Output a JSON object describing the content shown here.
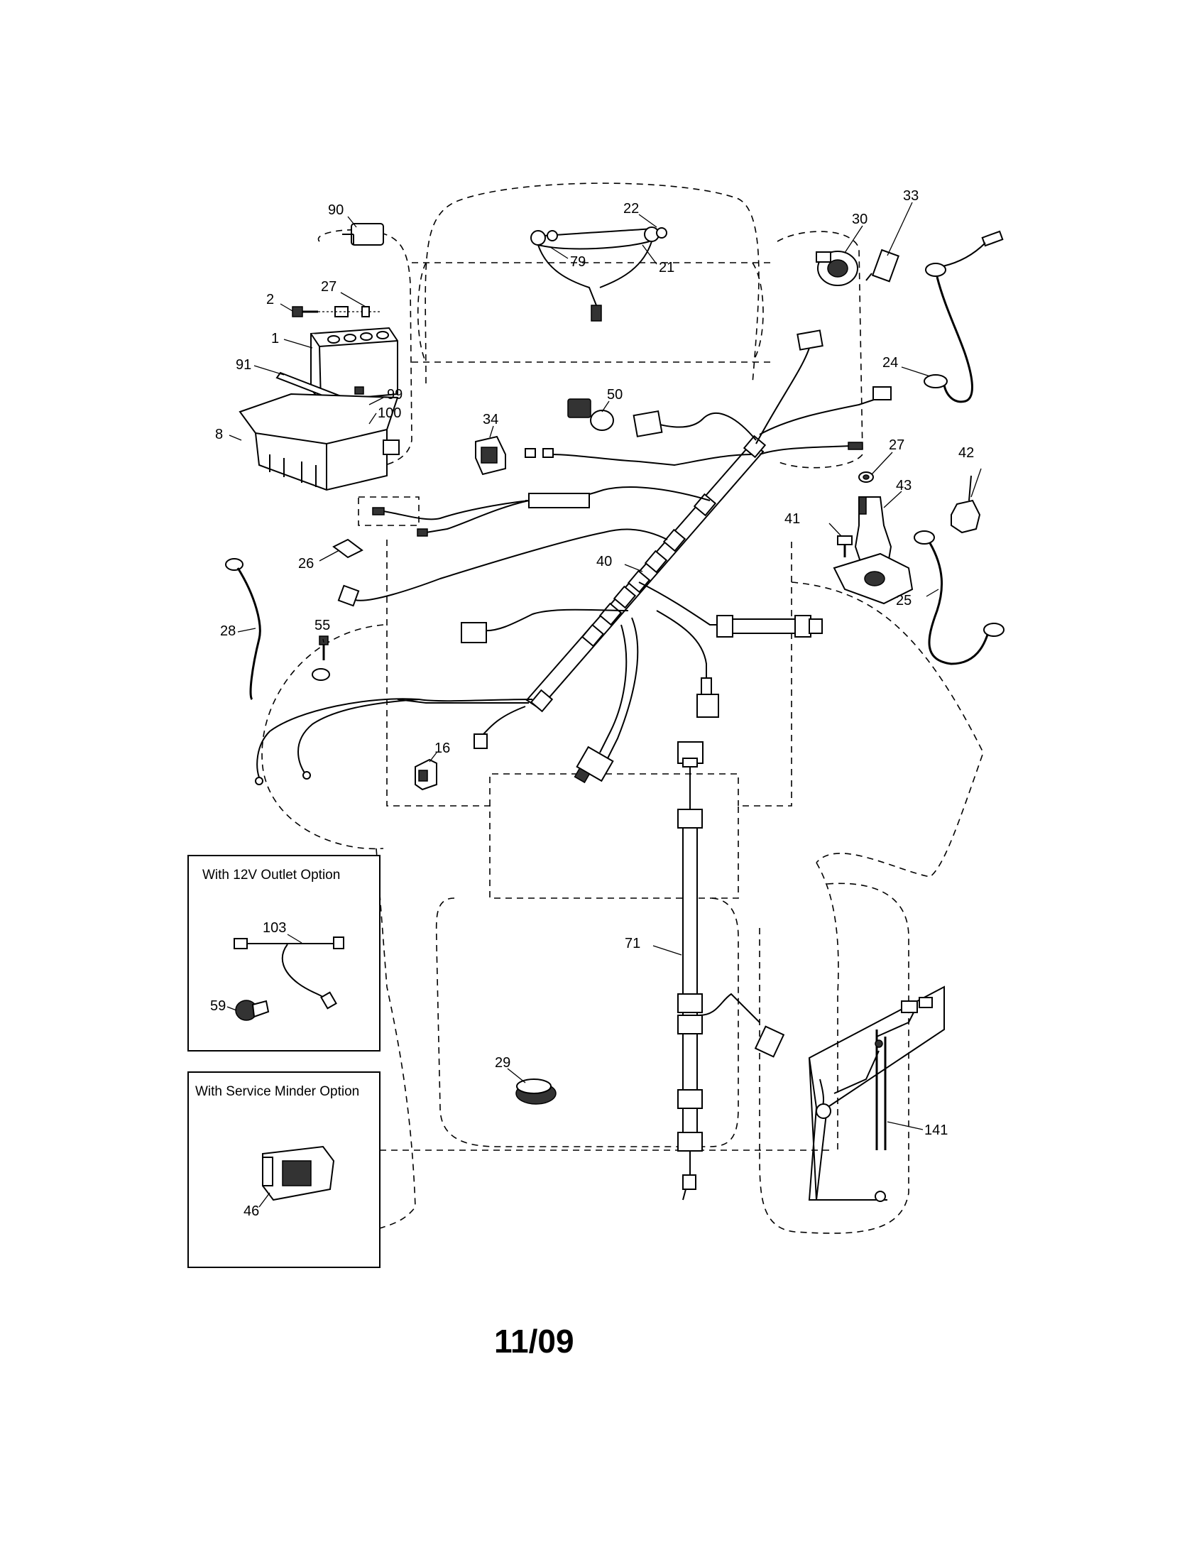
{
  "footer": {
    "date_code": "11/09"
  },
  "insets": {
    "outlet_option": {
      "title": "With 12V Outlet Option"
    },
    "service_minder_option": {
      "title": "With Service Minder Option"
    }
  },
  "callouts": {
    "c90": "90",
    "c22": "22",
    "c33": "33",
    "c30": "30",
    "c79": "79",
    "c21": "21",
    "c2": "2",
    "c27a": "27",
    "c1": "1",
    "c91": "91",
    "c99": "99",
    "c100": "100",
    "c8": "8",
    "c24": "24",
    "c50": "50",
    "c34": "34",
    "c27b": "27",
    "c42": "42",
    "c43": "43",
    "c41": "41",
    "c26": "26",
    "c40": "40",
    "c25": "25",
    "c28": "28",
    "c55": "55",
    "c16": "16",
    "c103": "103",
    "c59": "59",
    "c71": "71",
    "c29": "29",
    "c141": "141",
    "c46": "46"
  }
}
